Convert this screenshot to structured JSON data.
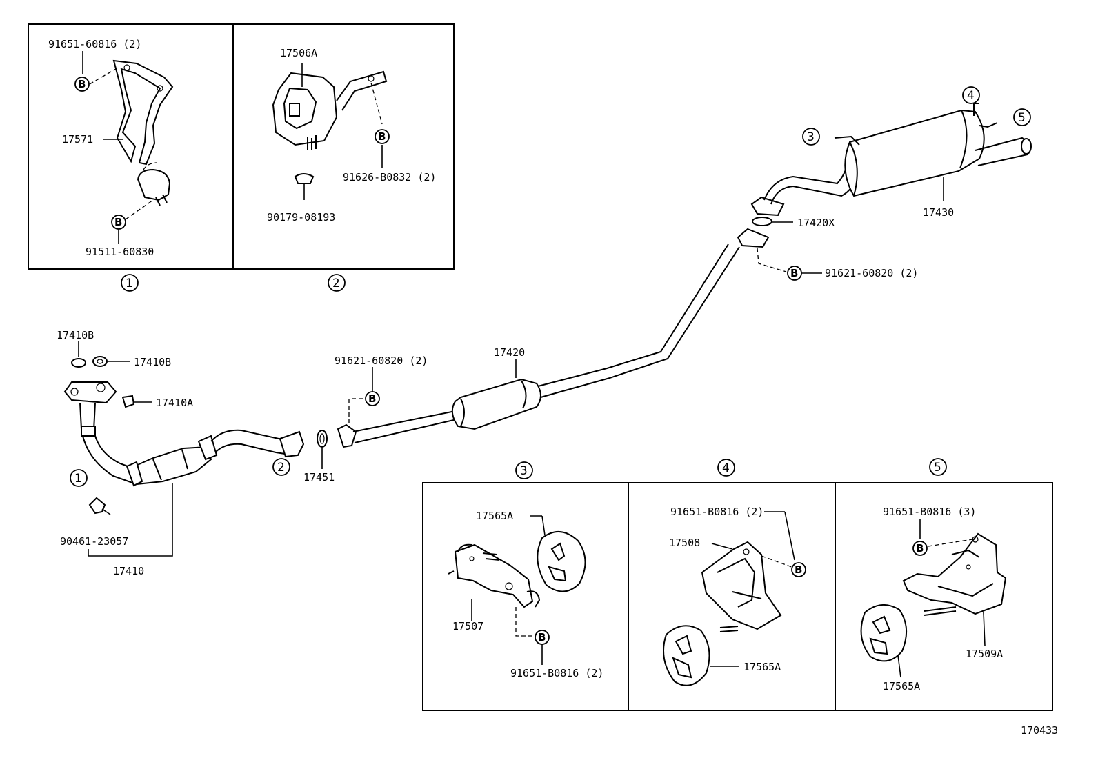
{
  "labels": {
    "panel1_bolt_top": "91651-60816 (2)",
    "panel1_bracket": "17571",
    "panel1_bolt_bottom": "91511-60830",
    "panel2_mount": "17506A",
    "panel2_bolt": "91626-B0832 (2)",
    "panel2_grommet": "90179-08193",
    "gasket_b_top": "17410B",
    "gasket_b_right": "17410B",
    "nut_a": "17410A",
    "front_pipe": "17410",
    "sensor": "90461-23057",
    "ring_gasket": "17451",
    "center_bolt": "91621-60820 (2)",
    "center_pipe": "17420",
    "rear_bolt": "91621-60820 (2)",
    "rear_gasket": "17420X",
    "tail_pipe": "17430",
    "panel3_insulator": "17565A",
    "panel3_bracket": "17507",
    "panel3_bolt": "91651-B0816 (2)",
    "panel4_bolt": "91651-B0816 (2)",
    "panel4_bracket": "17508",
    "panel4_insulator": "17565A",
    "panel5_bolt": "91651-B0816 (3)",
    "panel5_bracket": "17509A",
    "panel5_insulator": "17565A",
    "diagram_id": "170433"
  },
  "circled_refs": {
    "r1": "1",
    "r2": "2",
    "r3": "3",
    "r4": "4",
    "r5": "5"
  },
  "bolt_marker": "B"
}
